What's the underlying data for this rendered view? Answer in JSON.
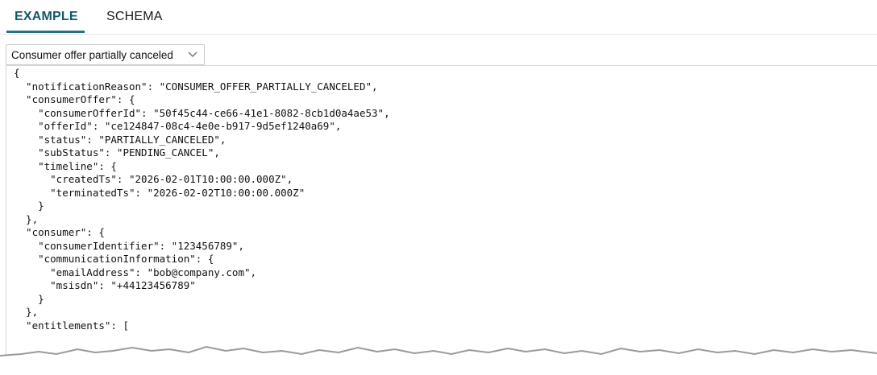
{
  "tabs": {
    "example": "EXAMPLE",
    "schema": "SCHEMA",
    "active": "EXAMPLE"
  },
  "select": {
    "value": "Consumer offer partially canceled"
  },
  "code": {
    "lines": [
      "{",
      "  \"notificationReason\": \"CONSUMER_OFFER_PARTIALLY_CANCELED\",",
      "  \"consumerOffer\": {",
      "    \"consumerOfferId\": \"50f45c44-ce66-41e1-8082-8cb1d0a4ae53\",",
      "    \"offerId\": \"ce124847-08c4-4e0e-b917-9d5ef1240a69\",",
      "    \"status\": \"PARTIALLY_CANCELED\",",
      "    \"subStatus\": \"PENDING_CANCEL\",",
      "    \"timeline\": {",
      "      \"createdTs\": \"2026-02-01T10:00:00.000Z\",",
      "      \"terminatedTs\": \"2026-02-02T10:00:00.000Z\"",
      "    }",
      "  },",
      "  \"consumer\": {",
      "    \"consumerIdentifier\": \"123456789\",",
      "    \"communicationInformation\": {",
      "      \"emailAddress\": \"bob@company.com\",",
      "      \"msisdn\": \"+44123456789\"",
      "    }",
      "  },",
      "  \"entitlements\": ["
    ]
  },
  "colors": {
    "active_tab": "#0f5a6b",
    "tab_underline": "#2b6f80",
    "text": "#111111",
    "border": "#c9c9c9"
  },
  "icons": {
    "select_chevron": "chevron-down-icon"
  }
}
